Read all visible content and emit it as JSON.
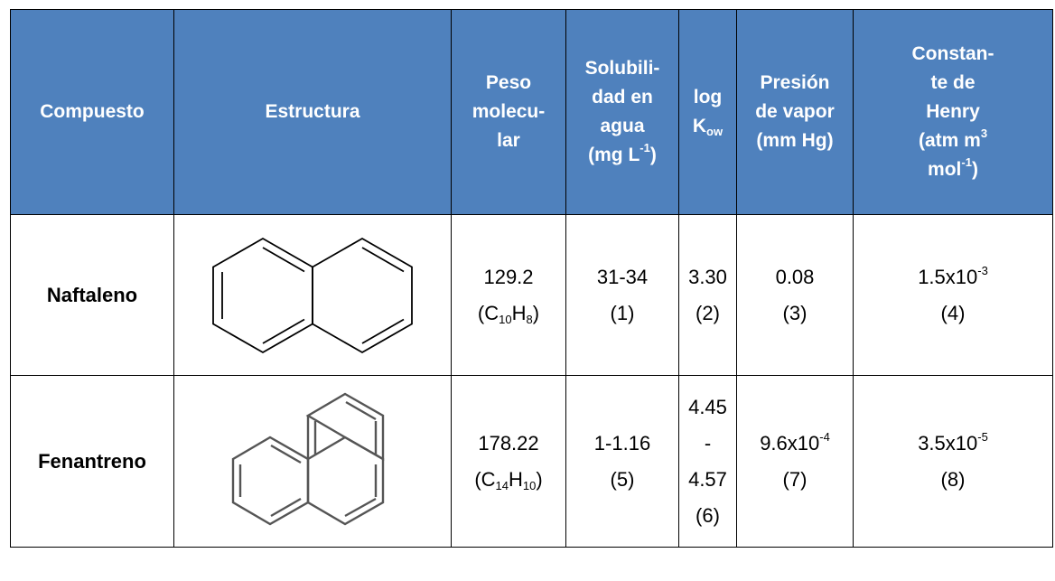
{
  "header": {
    "compuesto": "Compuesto",
    "estructura": "Estructura",
    "peso": [
      "Peso",
      "molecu-",
      "lar"
    ],
    "solubilidad": {
      "lines": [
        "Solubili-",
        "dad en",
        "agua"
      ],
      "unit_pre": "(mg L",
      "unit_sup": "-1",
      "unit_post": ")"
    },
    "logkow": {
      "line1": "log",
      "k": "K",
      "k_sub": "ow"
    },
    "presion": [
      "Presión",
      "de vapor",
      "(mm Hg)"
    ],
    "henry": {
      "lines": [
        "Constan-",
        "te de",
        "Henry"
      ],
      "atm_pre": "(atm m",
      "atm_sup": "3",
      "mol_pre": "mol",
      "mol_sup": "-1",
      "mol_post": ")"
    }
  },
  "rows": [
    {
      "name": "Naftaleno",
      "structure_icon": "naphthalene-structure",
      "peso": "129.2",
      "formula": {
        "open": "(C",
        "c_sub": "10",
        "h": "H",
        "h_sub": "8",
        "close": ")"
      },
      "solubilidad": "31-34",
      "solubilidad_ref": "(1)",
      "logkow": [
        "3.30",
        "(2)"
      ],
      "presion": {
        "base": "0.08",
        "sup": "",
        "ref": "(3)"
      },
      "henry": {
        "base": "1.5x10",
        "sup": "-3",
        "ref": "(4)"
      }
    },
    {
      "name": "Fenantreno",
      "structure_icon": "phenanthrene-structure",
      "peso": "178.22",
      "formula": {
        "open": "(C",
        "c_sub": "14",
        "h": "H",
        "h_sub": "10",
        "close": ")"
      },
      "solubilidad": "1-1.16",
      "solubilidad_ref": "(5)",
      "logkow": [
        "4.45",
        "-",
        "4.57",
        "(6)"
      ],
      "presion": {
        "base": "9.6x10",
        "sup": "-4",
        "ref": "(7)"
      },
      "henry": {
        "base": "3.5x10",
        "sup": "-5",
        "ref": "(8)"
      }
    }
  ],
  "colors": {
    "header_bg": "#4f81bd",
    "header_text": "#ffffff",
    "border": "#000000"
  }
}
